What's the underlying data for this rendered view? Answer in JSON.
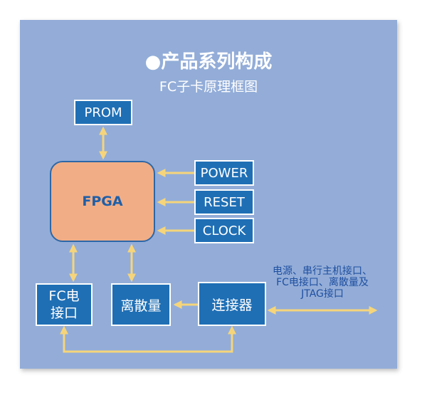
{
  "title": "●产品系列构成",
  "subtitle": "FC子卡原理框图",
  "blocks": {
    "prom": "PROM",
    "fpga": "FPGA",
    "power": "POWER",
    "reset": "RESET",
    "clock": "CLOCK",
    "fc_line1": "FC电",
    "fc_line2": "接口",
    "discrete": "离散量",
    "connector": "连接器"
  },
  "note": {
    "line1": "电源、串行主机接口、",
    "line2": "FC电接口、离散量及",
    "line3": "JTAG接口"
  },
  "colors": {
    "panel": "#93add8",
    "block": "#1f6fb5",
    "fpga": "#f1ae86",
    "arrow": "#f6d57a"
  }
}
